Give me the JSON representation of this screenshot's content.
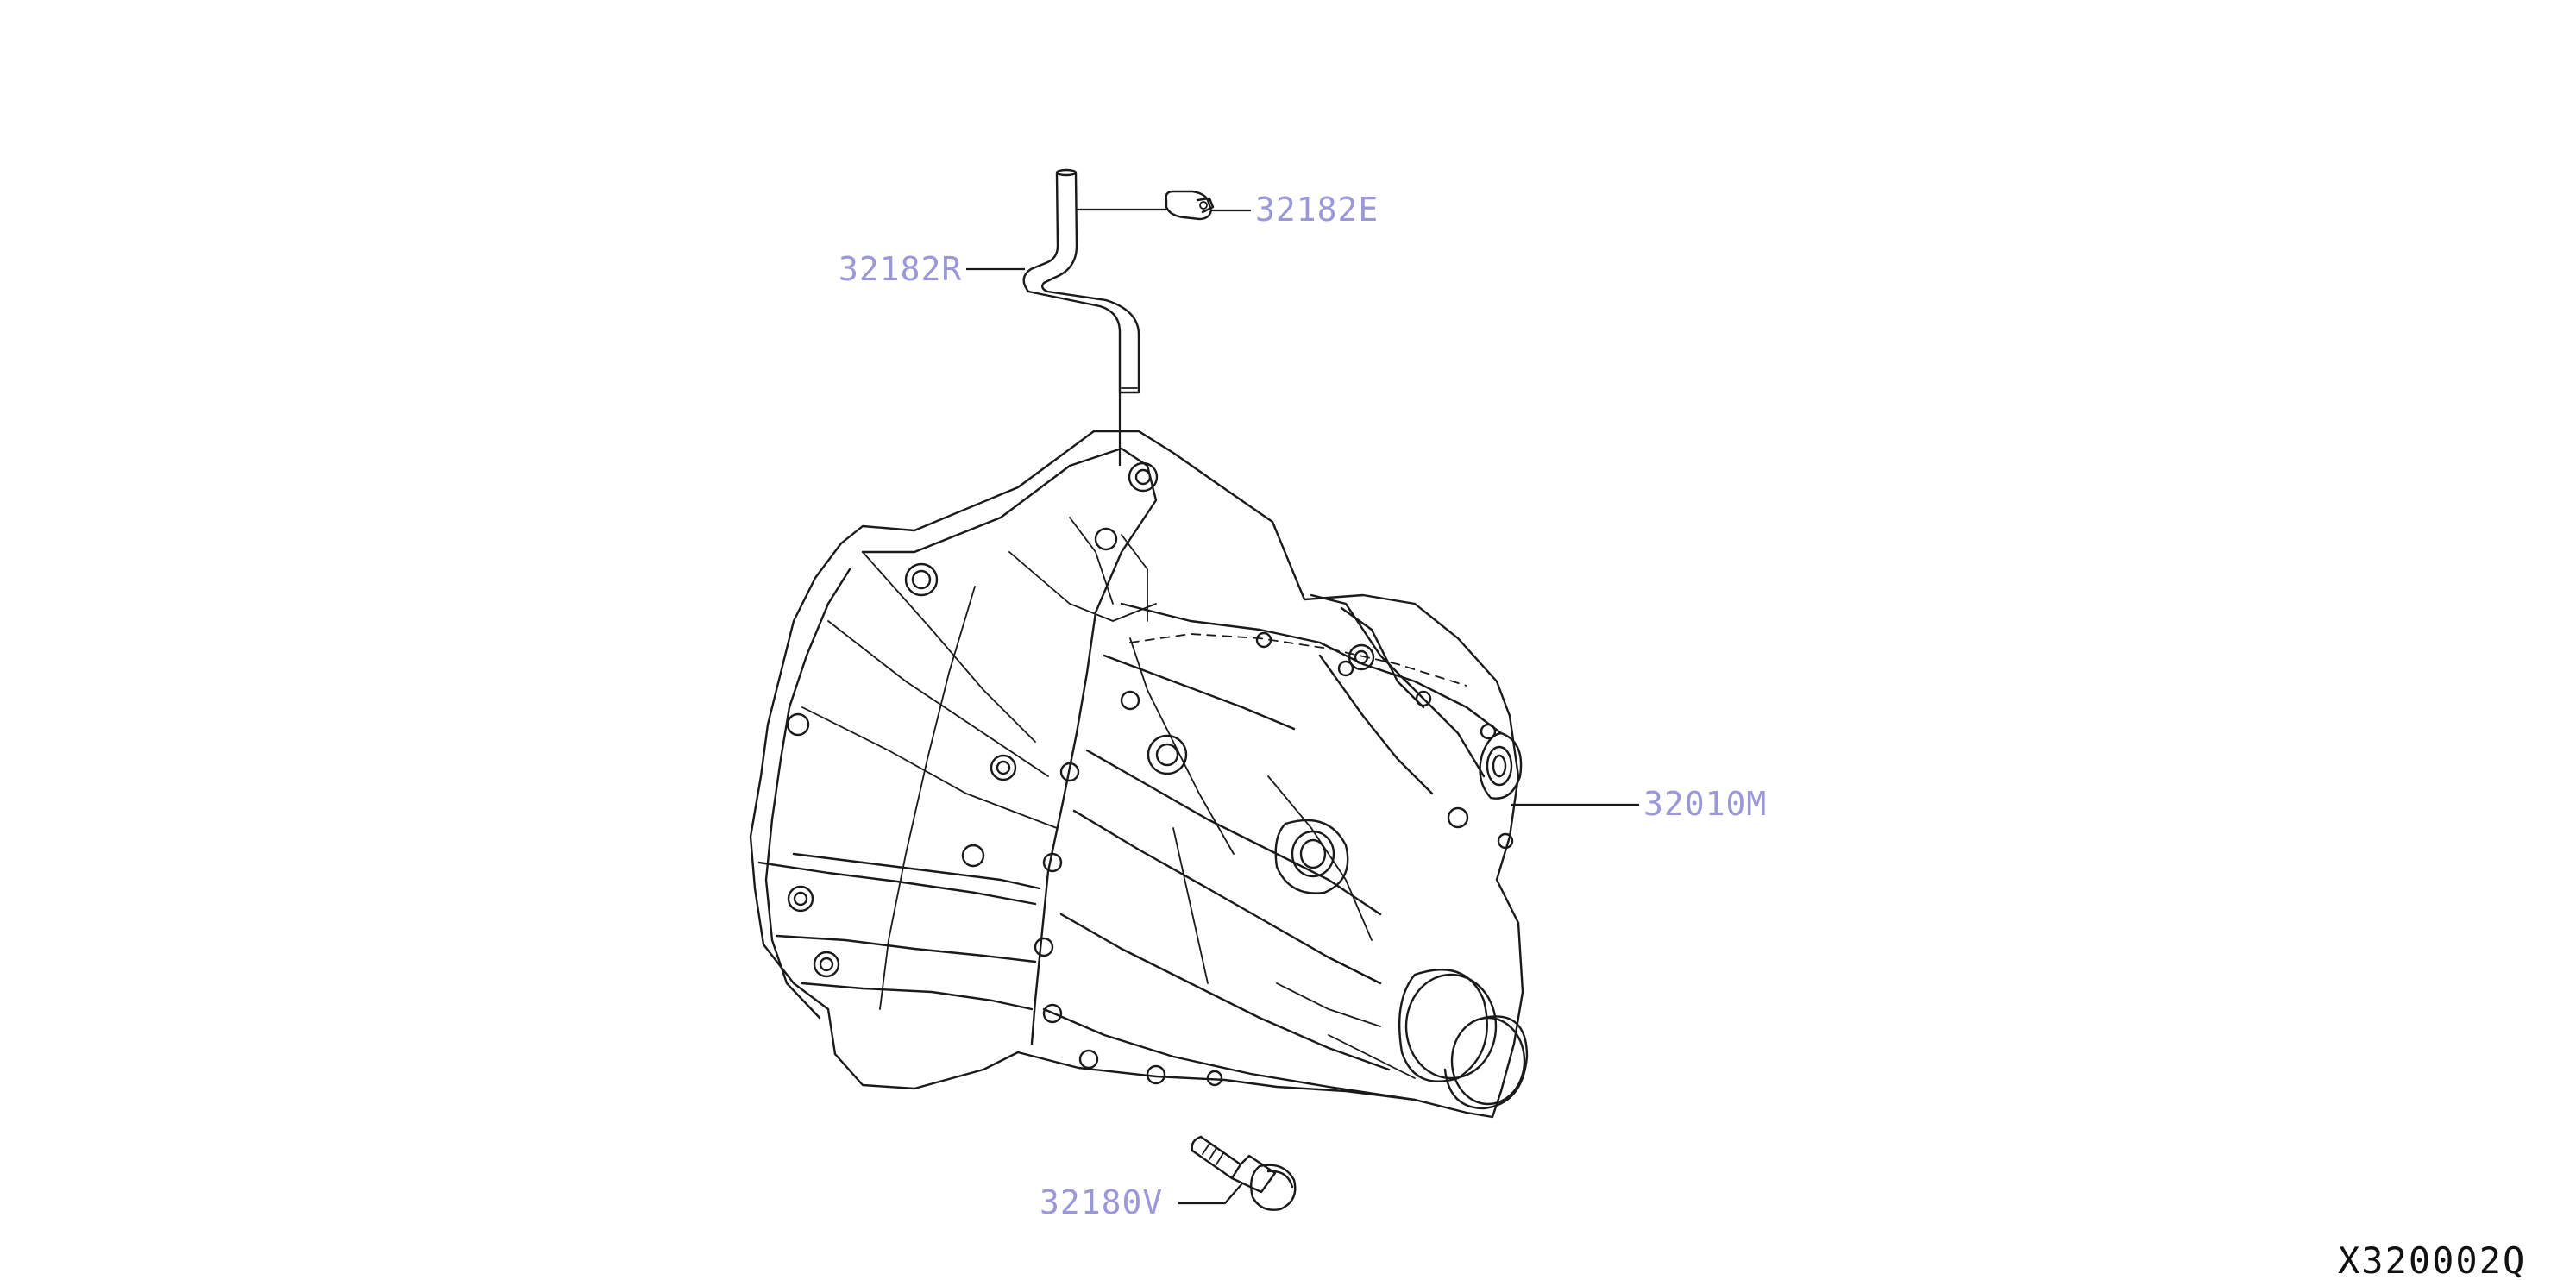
{
  "parts": {
    "vent_clip": "32182E",
    "vent_hose": "32182R",
    "transaxle_assembly": "32010M",
    "bolt": "32180V"
  },
  "drawing_code": "X320002Q",
  "colors": {
    "callout_text": "#9a98d8",
    "line": "#1a1a1a",
    "background": "#ffffff"
  }
}
